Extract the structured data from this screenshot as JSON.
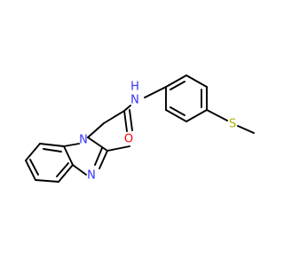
{
  "molecule": {
    "atoms": [
      {
        "id": "N_amide",
        "label": "N",
        "color": "#3333ff"
      },
      {
        "id": "H_amide",
        "label": "H",
        "color": "#3333ff"
      },
      {
        "id": "O_carbonyl",
        "label": "O",
        "color": "#ff0000"
      },
      {
        "id": "S_thio",
        "label": "S",
        "color": "#b2b200"
      },
      {
        "id": "N1_imidazole",
        "label": "N",
        "color": "#3333ff"
      },
      {
        "id": "N3_imidazole",
        "label": "N",
        "color": "#3333ff"
      }
    ],
    "bond_color": "#000000"
  }
}
